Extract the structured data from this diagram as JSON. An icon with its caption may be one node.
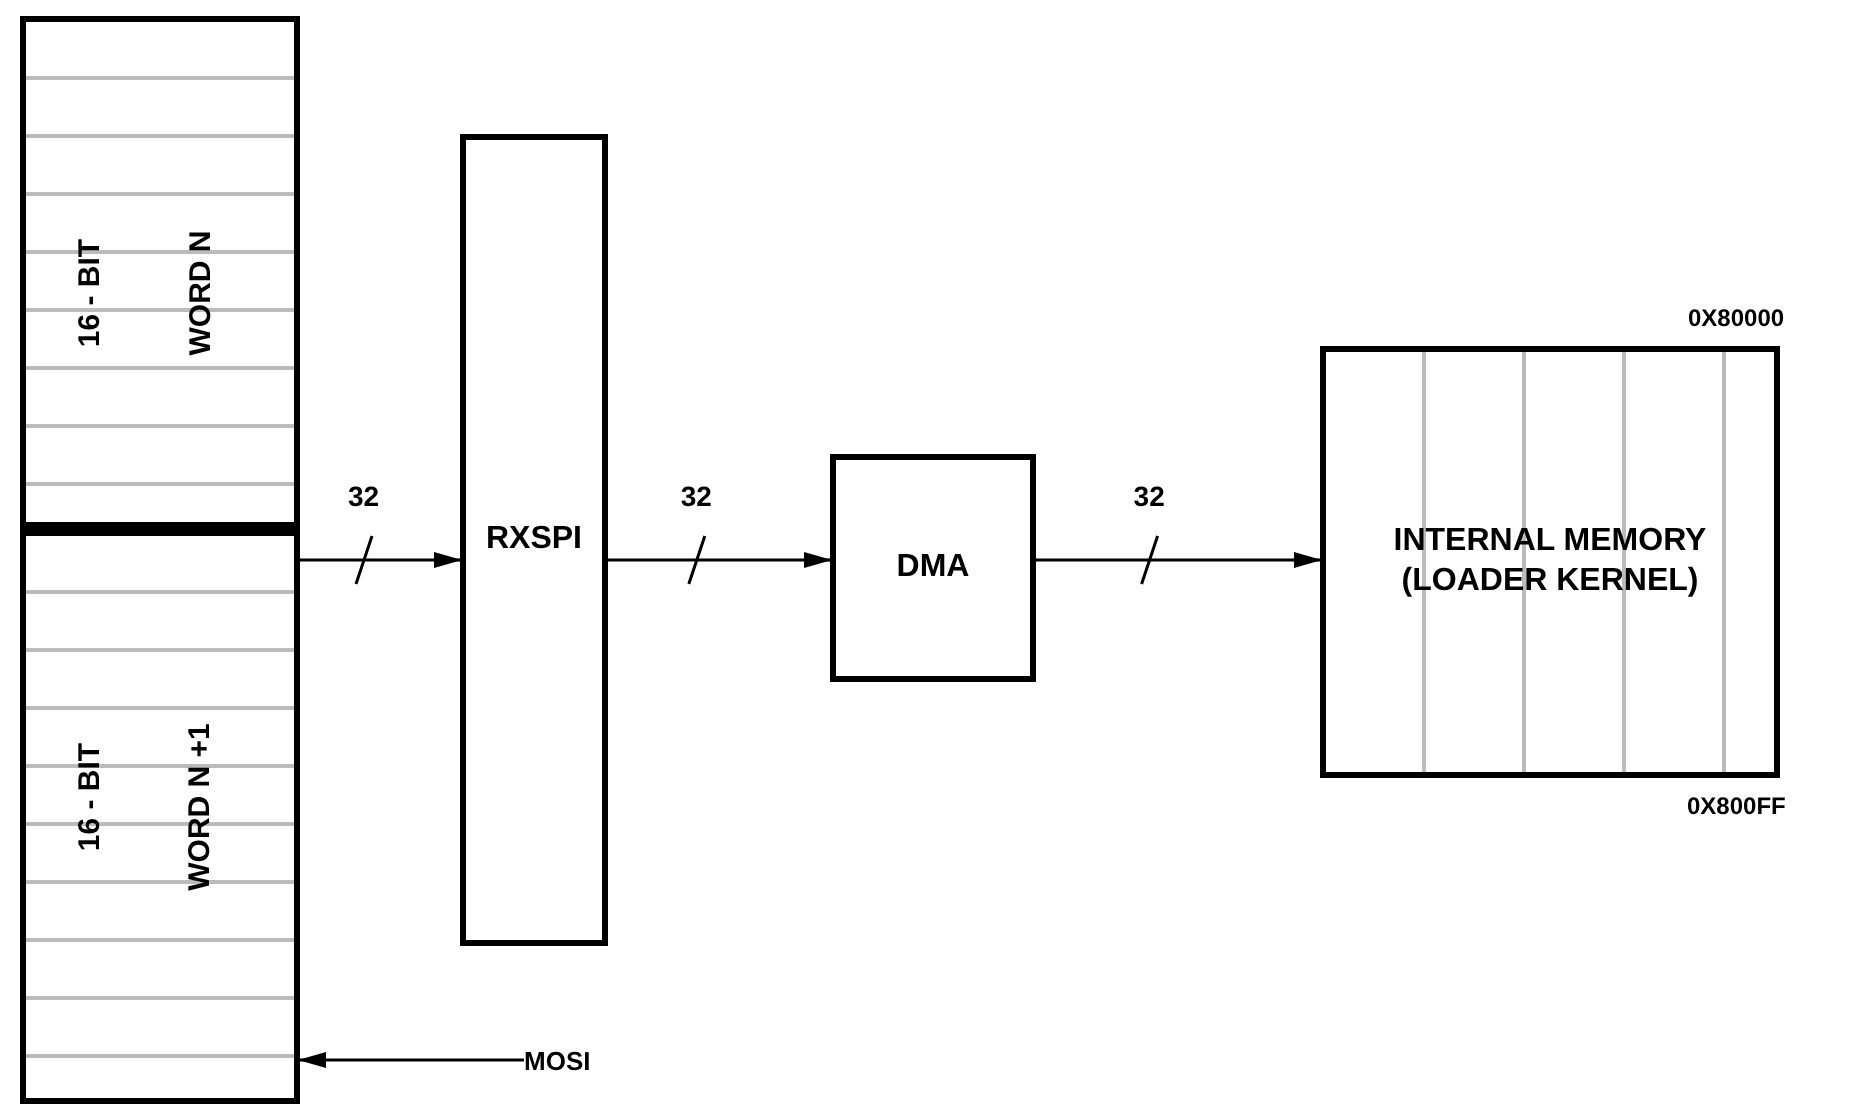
{
  "diagram": {
    "nodes": [
      {
        "text": [
          "16 - BIT",
          "WORD N"
        ]
      },
      {
        "text": [
          "16 - BIT",
          "WORD N +1"
        ]
      },
      {
        "text": [
          "RXSPI"
        ]
      },
      {
        "text": [
          "DMA"
        ]
      },
      {
        "text": [
          "INTERNAL MEMORY (LOADER KERNEL)"
        ],
        "beside": [
          "0X80000",
          "0X800FF"
        ]
      },
      {
        "text": [
          "MOSI"
        ]
      }
    ],
    "edges": [
      {
        "from": 1,
        "to": 2,
        "arrow": "to",
        "label": "32"
      },
      {
        "from": 2,
        "to": 3,
        "arrow": "to",
        "label": "32"
      },
      {
        "from": 3,
        "to": 4,
        "arrow": "to",
        "label": "32"
      },
      {
        "from": 5,
        "to": 1,
        "arrow": "to"
      }
    ]
  }
}
